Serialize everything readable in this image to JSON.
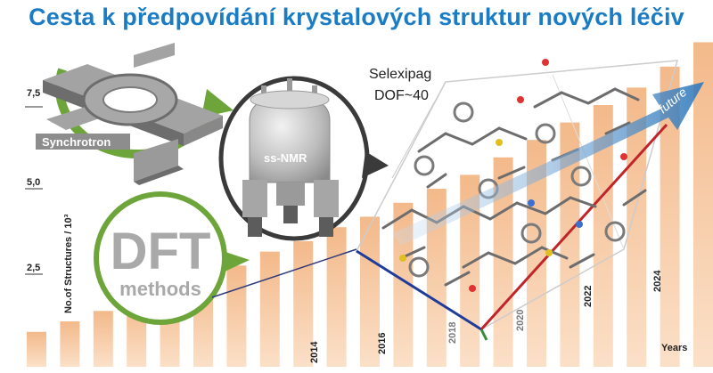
{
  "title": "Cesta k předpovídání krystalových struktur nových léčiv",
  "colors": {
    "title": "#1a7cc4",
    "bar": "#f5c8a2",
    "green_ring": "#6ea53a",
    "arrow": "#2f78bb",
    "red_axis": "#c0252a",
    "blue_axis": "#1f3c9a"
  },
  "axis": {
    "ylabel": "No.of Structures / 10³",
    "yticks": [
      "7,5",
      "5,0",
      "2,5"
    ],
    "xticks": [
      "2014",
      "2016",
      "2018",
      "2020",
      "2022",
      "2024"
    ],
    "xlabel": "Years"
  },
  "labels": {
    "synchrotron": "Synchrotron",
    "ssnmr": "ss-NMR",
    "dft_big": "DFT",
    "dft_small": "methods",
    "molecule_name": "Selexipag",
    "molecule_dof": "DOF~40",
    "future": "future"
  },
  "bars": {
    "values": [
      1.0,
      1.3,
      1.6,
      1.9,
      2.2,
      2.6,
      2.9,
      3.3,
      3.6,
      4.0,
      4.3,
      4.7,
      5.1,
      5.5,
      6.0,
      6.5,
      7.0,
      7.5,
      8.0,
      8.6,
      9.3
    ],
    "ylim": [
      0,
      10
    ]
  },
  "icons": {
    "synchrotron": "synchrotron-icon",
    "ssnmr": "ssnmr-magnet-icon",
    "dft": "dft-badge-icon",
    "molecule": "crystal-structure-icon"
  }
}
